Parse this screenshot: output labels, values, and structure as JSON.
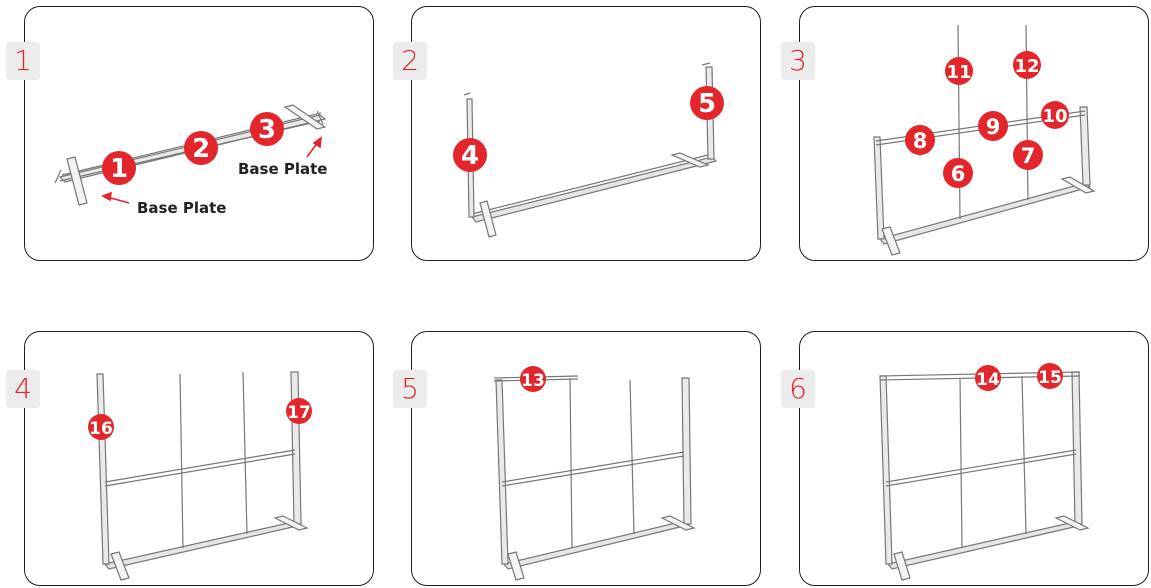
{
  "colors": {
    "accent": "#e2262b",
    "frame": "#6b6b6b",
    "border": "#1f1f1f",
    "step_bg": "#ececec"
  },
  "steps": [
    {
      "number": "1",
      "badges": [
        "1",
        "2",
        "3"
      ],
      "labels": [
        "Base Plate",
        "Base Plate"
      ]
    },
    {
      "number": "2",
      "badges": [
        "4",
        "5"
      ]
    },
    {
      "number": "3",
      "badges": [
        "11",
        "12",
        "8",
        "9",
        "10",
        "6",
        "7"
      ]
    },
    {
      "number": "4",
      "badges": [
        "16",
        "17"
      ]
    },
    {
      "number": "5",
      "badges": [
        "13"
      ]
    },
    {
      "number": "6",
      "badges": [
        "14",
        "15"
      ]
    }
  ]
}
